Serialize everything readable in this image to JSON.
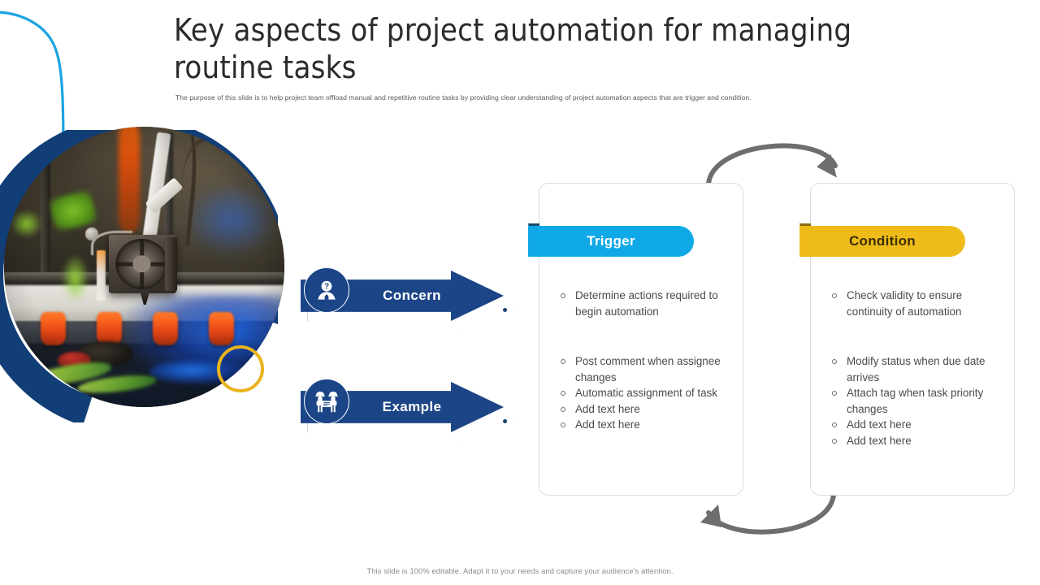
{
  "slide": {
    "title": "Key aspects of project automation for managing routine tasks",
    "subtitle": "The purpose of this slide is to help project team offload manual and repetitive routine tasks by providing clear understanding of project automation aspects that are trigger and condition.",
    "footer": "This slide is 100% editable. Adapt it to your needs and capture your audience's attention."
  },
  "colors": {
    "navy": "#1c4587",
    "cyan": "#0fa9e8",
    "gold": "#eebb18",
    "ring_navy": "#113e76",
    "accent_yellow": "#e8b31d",
    "arrow_gray": "#6e6e6e",
    "card_border": "#d9dde1"
  },
  "rows": [
    {
      "id": "concern",
      "label": "Concern",
      "icon": "person-question-icon"
    },
    {
      "id": "example",
      "label": "Example",
      "icon": "two-workers-blueprint-icon"
    }
  ],
  "cards": [
    {
      "id": "trigger",
      "tab_label": "Trigger",
      "concern": [
        "Determine actions required to begin automation"
      ],
      "examples": [
        "Post comment when assignee changes",
        "Automatic assignment of task",
        "Add text here",
        "Add text here"
      ]
    },
    {
      "id": "condition",
      "tab_label": "Condition",
      "concern": [
        "Check validity to ensure continuity of automation"
      ],
      "examples": [
        "Modify status when due date arrives",
        "Attach tag when task priority changes",
        "Add text here",
        "Add text here"
      ]
    }
  ],
  "decor": {
    "photo_alt": "3d-printer-extruder-photo",
    "cycle_arrow_top": "curved-arrow-right-icon",
    "cycle_arrow_bottom": "curved-arrow-left-icon"
  }
}
